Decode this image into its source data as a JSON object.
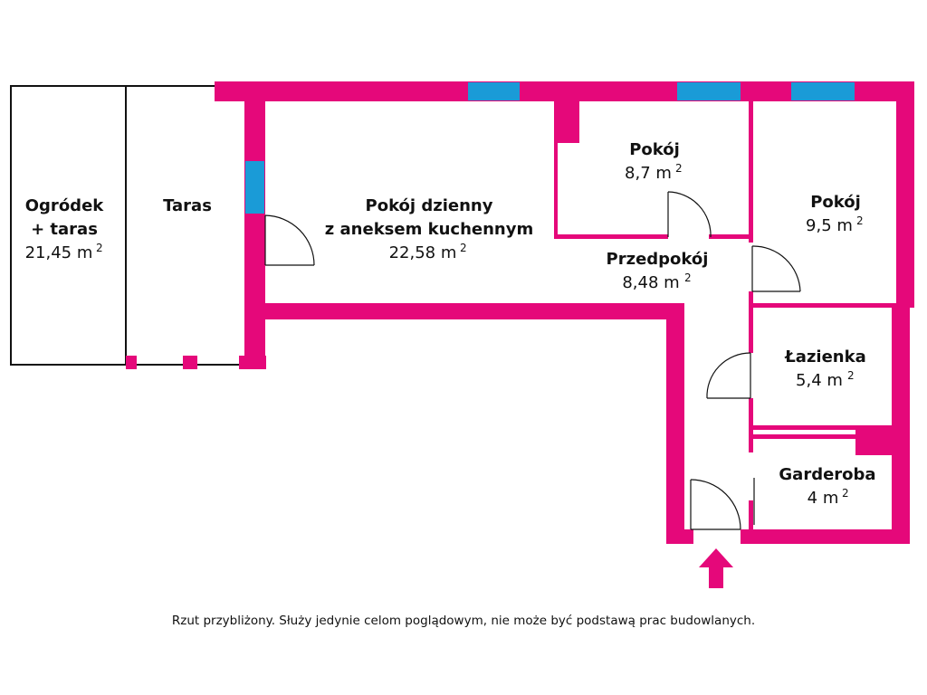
{
  "colors": {
    "wall": "#e5087a",
    "window": "#1a9bd7",
    "outline": "#111111",
    "background": "#ffffff"
  },
  "rooms": {
    "ogrodek": {
      "name_line1": "Ogródek",
      "name_line2": "+ taras",
      "area": "21,45 m",
      "unit_sup": "2"
    },
    "taras": {
      "name": "Taras"
    },
    "pokoj_dzienny": {
      "name_line1": "Pokój dzienny",
      "name_line2": "z aneksem kuchennym",
      "area": "22,58 m",
      "unit_sup": "2"
    },
    "pokoj_1": {
      "name": "Pokój",
      "area": "8,7 m",
      "unit_sup": "2"
    },
    "pokoj_2": {
      "name": "Pokój",
      "area": "9,5 m",
      "unit_sup": "2"
    },
    "przedpokoj": {
      "name": "Przedpokój",
      "area": "8,48 m",
      "unit_sup": "2"
    },
    "lazienka": {
      "name": "Łazienka",
      "area": "5,4 m",
      "unit_sup": "2"
    },
    "garderoba": {
      "name": "Garderoba",
      "area": "4 m",
      "unit_sup": "2"
    }
  },
  "entrance_icon": "arrow-up-icon",
  "footer_note": "Rzut przybliżony. Służy jedynie celom poglądowym, nie może być podstawą prac budowlanych."
}
